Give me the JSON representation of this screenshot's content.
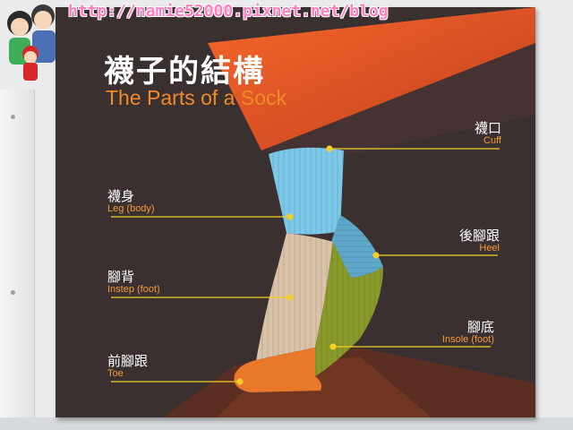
{
  "watermark": {
    "text": "http://namie52000.pixnet.net/blog"
  },
  "board": {
    "title_zh": "襪子的結構",
    "title_en": "The Parts of a Sock"
  },
  "labels": [
    {
      "zh": "襪口",
      "en": "Cuff"
    },
    {
      "zh": "襪身",
      "en": "Leg (body)"
    },
    {
      "zh": "後腳跟",
      "en": "Heel"
    },
    {
      "zh": "腳背",
      "en": "Instep (foot)"
    },
    {
      "zh": "腳底",
      "en": "Insole (foot)"
    },
    {
      "zh": "前腳跟",
      "en": "Toe"
    }
  ],
  "colors": {
    "board_bg": "#3a3030",
    "accent_orange": "#f08a2a",
    "cuff_blue": "#7cc8e8",
    "instep_beige": "#d9c2a8",
    "heel_blue": "#5ea9c9",
    "insole_olive": "#8a9a2a",
    "toe_orange": "#e8782a",
    "line_yellow": "#f2cf2a"
  },
  "icons": {
    "avatar": "family-avatar-icon"
  }
}
